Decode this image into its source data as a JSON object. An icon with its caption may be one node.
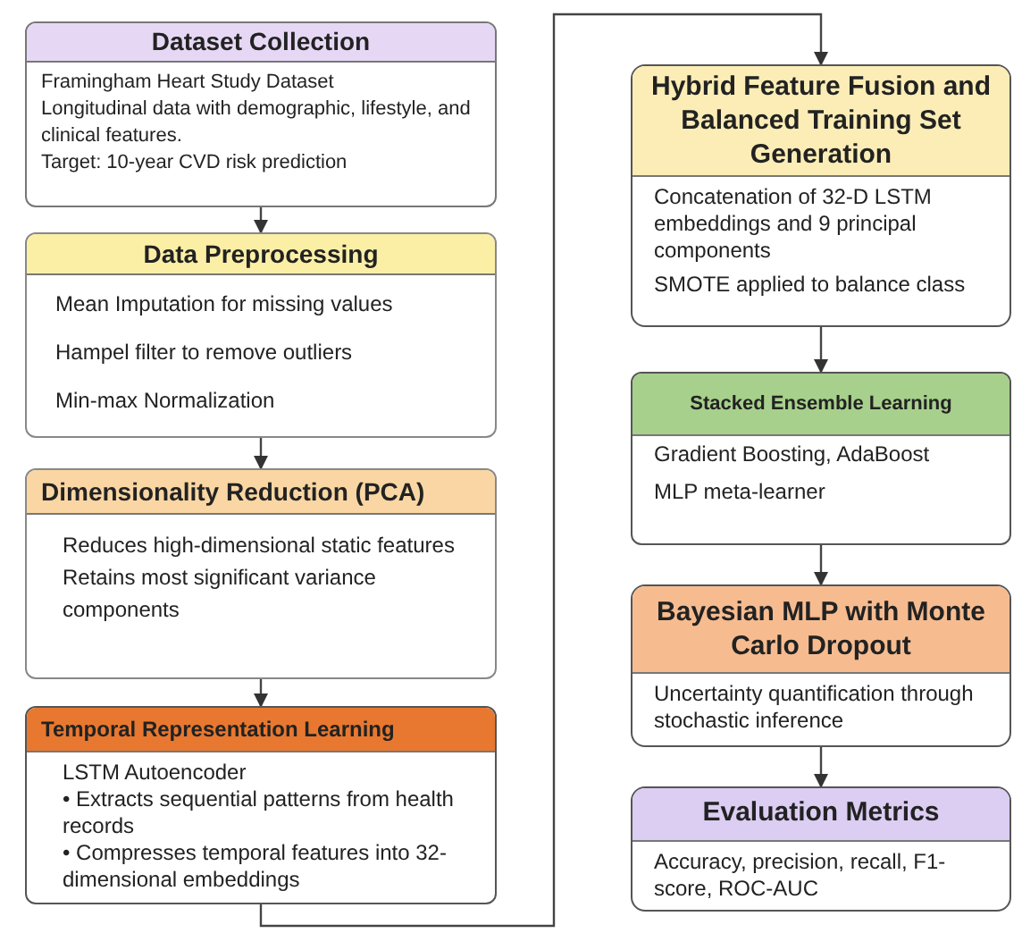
{
  "diagram": {
    "nodes": [
      {
        "text": [
          "Dataset Collection",
          "Framingham Heart Study Dataset",
          "Longitudinal data with demographic, lifestyle, and clinical features.",
          "Target: 10-year CVD risk prediction"
        ]
      },
      {
        "text": [
          "Data Preprocessing",
          "Mean Imputation for missing values",
          "Hampel filter to remove outliers",
          "Min-max Normalization"
        ]
      },
      {
        "text": [
          "Dimensionality Reduction  (PCA)",
          "Reduces high-dimensional static features",
          "Retains most significant variance components"
        ]
      },
      {
        "text": [
          "Temporal Representation Learning",
          "LSTM Autoencoder",
          "• Extracts sequential patterns from health records",
          "• Compresses temporal features into 32-dimensional embeddings"
        ]
      },
      {
        "text": [
          "Hybrid Feature Fusion and Balanced Training Set Generation",
          "Concatenation of 32-D LSTM embeddings and 9 principal components",
          "SMOTE applied to balance class"
        ]
      },
      {
        "text": [
          "Stacked Ensemble Learning",
          "Gradient Boosting, AdaBoost",
          "MLP meta-learner"
        ]
      },
      {
        "text": [
          "Bayesian MLP with Monte Carlo Dropout",
          "Uncertainty quantification through stochastic inference"
        ]
      },
      {
        "text": [
          "Evaluation Metrics",
          "Accuracy, precision, recall, F1-score, ROC-AUC"
        ]
      }
    ],
    "edges": [
      {
        "from": 0,
        "to": 1,
        "arrow": "to"
      },
      {
        "from": 1,
        "to": 2,
        "arrow": "to"
      },
      {
        "from": 2,
        "to": 3,
        "arrow": "to"
      },
      {
        "from": 3,
        "to": 4,
        "arrow": "to"
      },
      {
        "from": 4,
        "to": 5,
        "arrow": "to"
      },
      {
        "from": 5,
        "to": 6,
        "arrow": "to"
      },
      {
        "from": 6,
        "to": 7,
        "arrow": "to"
      }
    ]
  }
}
